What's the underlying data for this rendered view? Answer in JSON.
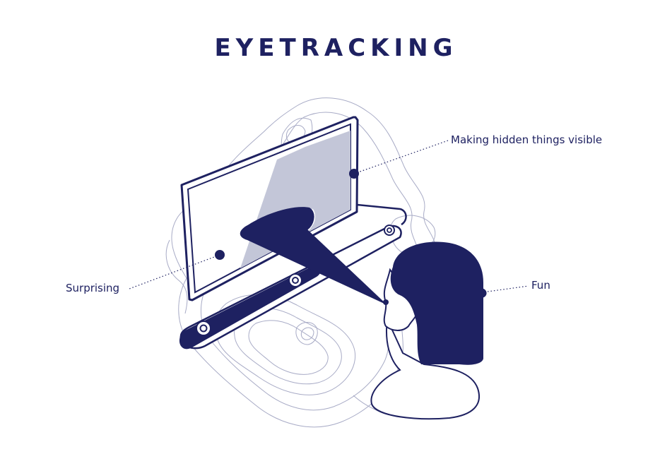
{
  "title": "EYETRACKING",
  "labels": {
    "making_hidden_visible": "Making hidden things visible",
    "surprising": "Surprising",
    "fun": "Fun"
  },
  "colors": {
    "navy": "#1e2161",
    "screen_tint": "#c3c6d8",
    "contour": "#a8abc6",
    "background": "#ffffff"
  }
}
